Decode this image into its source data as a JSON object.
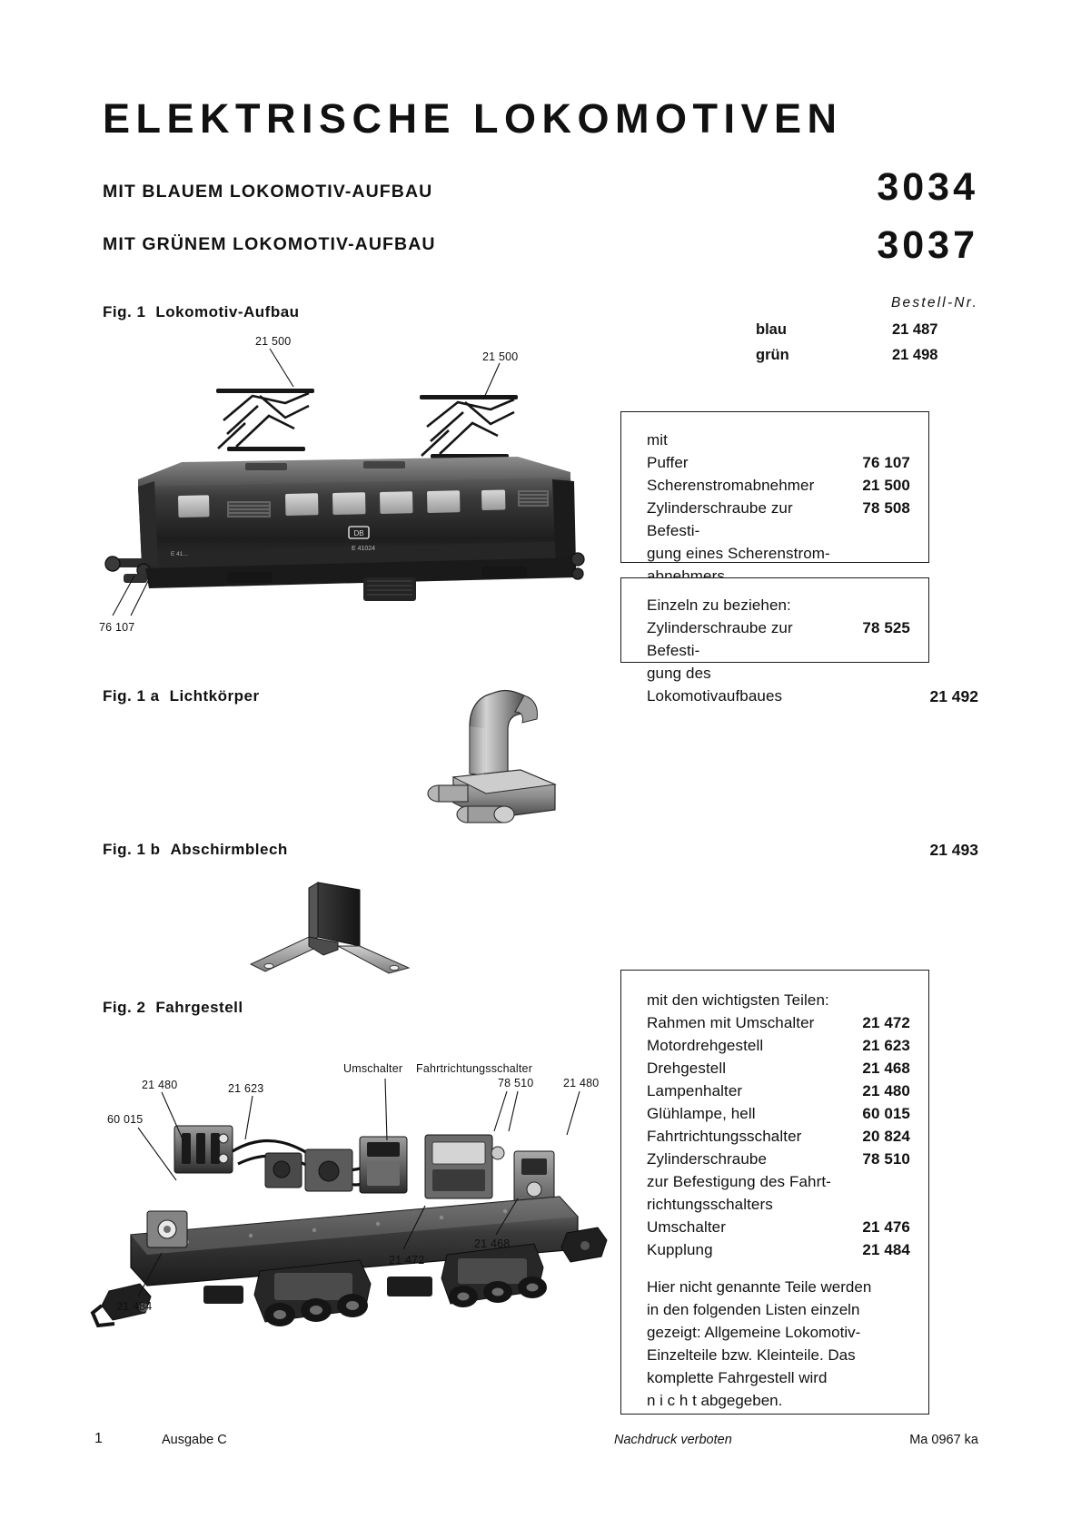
{
  "header": {
    "title": "ELEKTRISCHE LOKOMOTIVEN",
    "subtitle_blue": "MIT BLAUEM LOKOMOTIV-AUFBAU",
    "subtitle_green": "MIT GRÜNEM LOKOMOTIV-AUFBAU",
    "model_number_1": "3034",
    "model_number_2": "3037"
  },
  "order": {
    "heading": "Bestell-Nr.",
    "rows": [
      {
        "label": "blau",
        "number": "21 487"
      },
      {
        "label": "grün",
        "number": "21 498"
      }
    ]
  },
  "figures": {
    "fig1": {
      "number": "Fig. 1",
      "label": "Lokomotiv-Aufbau"
    },
    "fig1a": {
      "number": "Fig. 1 a",
      "label": "Lichtkörper",
      "number_right": "21 492"
    },
    "fig1b": {
      "number": "Fig. 1 b",
      "label": "Abschirmblech",
      "number_right": "21 493"
    },
    "fig2": {
      "number": "Fig. 2",
      "label": "Fahrgestell"
    }
  },
  "box_mit": {
    "intro": "mit",
    "items": [
      {
        "text": "Puffer",
        "number": "76 107"
      },
      {
        "text": "Scherenstromabnehmer",
        "number": "21 500"
      },
      {
        "text": "Zylinderschraube zur Befesti-",
        "number": "78 508"
      },
      {
        "text": "gung eines Scherenstrom-",
        "number": ""
      },
      {
        "text": "abnehmers",
        "number": ""
      }
    ]
  },
  "box_einzeln": {
    "intro": "Einzeln zu beziehen:",
    "items": [
      {
        "text": "Zylinderschraube zur Befesti-",
        "number": "78 525"
      },
      {
        "text": "gung des Lokomotivaufbaues",
        "number": ""
      }
    ]
  },
  "box_fahrgestell": {
    "intro": "mit den wichtigsten Teilen:",
    "items": [
      {
        "text": "Rahmen mit Umschalter",
        "number": "21 472"
      },
      {
        "text": "Motordrehgestell",
        "number": "21 623"
      },
      {
        "text": "Drehgestell",
        "number": "21 468"
      },
      {
        "text": "Lampenhalter",
        "number": "21 480"
      },
      {
        "text": "Glühlampe, hell",
        "number": "60 015"
      },
      {
        "text": "Fahrtrichtungsschalter",
        "number": "20 824"
      },
      {
        "text": "Zylinderschraube",
        "number": "78 510"
      },
      {
        "text": "zur Befestigung des Fahrt-",
        "number": ""
      },
      {
        "text": "richtungsschalters",
        "number": ""
      },
      {
        "text": "Umschalter",
        "number": "21 476"
      },
      {
        "text": "Kupplung",
        "number": "21 484"
      }
    ],
    "note_lines": [
      "Hier nicht genannte Teile werden",
      "in den folgenden Listen einzeln",
      "gezeigt: Allgemeine Lokomotiv-",
      "Einzelteile bzw. Kleinteile. Das",
      "komplette Fahrgestell wird",
      "n i c h t abgegeben."
    ]
  },
  "fig1_callouts": [
    {
      "id": "left-pantograph",
      "text": "21 500"
    },
    {
      "id": "right-pantograph",
      "text": "21 500"
    },
    {
      "id": "buffer",
      "text": "76 107"
    }
  ],
  "fig2_callouts": [
    {
      "id": "lampenhalter-left",
      "text": "21 480"
    },
    {
      "id": "gluehlampe",
      "text": "60 015"
    },
    {
      "id": "motordrehgestell",
      "text": "21 623"
    },
    {
      "id": "umschalter",
      "text": "Umschalter"
    },
    {
      "id": "fahrtrichtungsschalter",
      "text": "Fahrtrichtungsschalter"
    },
    {
      "id": "zylinderschraube",
      "text": "78 510"
    },
    {
      "id": "lampenhalter-right",
      "text": "21 480"
    },
    {
      "id": "drehgestell",
      "text": "21 468"
    },
    {
      "id": "rahmen",
      "text": "21 472"
    },
    {
      "id": "kupplung",
      "text": "21 484"
    }
  ],
  "footer": {
    "page_number": "1",
    "edition": "Ausgabe C",
    "copyright": "Nachdruck verboten",
    "code": "Ma 0967 ka"
  }
}
